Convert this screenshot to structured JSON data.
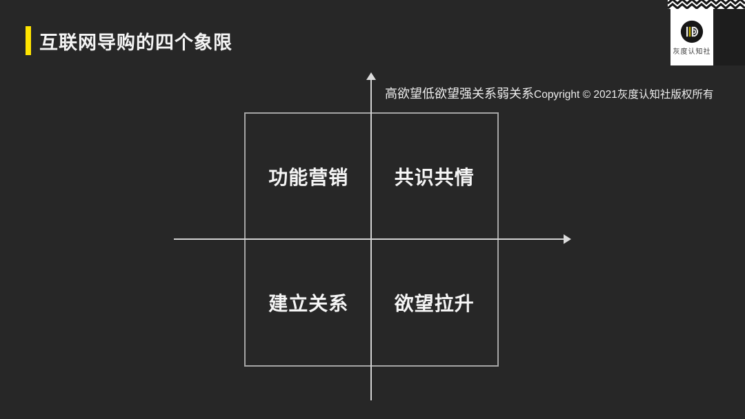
{
  "slide": {
    "title": "互联网导购的四个象限",
    "background_color": "#272727",
    "accent_color": "#ffe400"
  },
  "annotation": {
    "axis_labels_text": "高欲望低欲望强关系弱关系",
    "copyright_text": "Copyright © 2021灰度认知社版权所有"
  },
  "diagram": {
    "type": "quadrant",
    "quadrants": [
      {
        "position": "top-left",
        "label": "功能营销"
      },
      {
        "position": "top-right",
        "label": "共识共情"
      },
      {
        "position": "bottom-left",
        "label": "建立关系"
      },
      {
        "position": "bottom-right",
        "label": "欲望拉升"
      }
    ],
    "axes": {
      "vertical_arrow": "up",
      "horizontal_arrow": "right"
    }
  },
  "logo": {
    "brand_name": "灰度认知社"
  }
}
